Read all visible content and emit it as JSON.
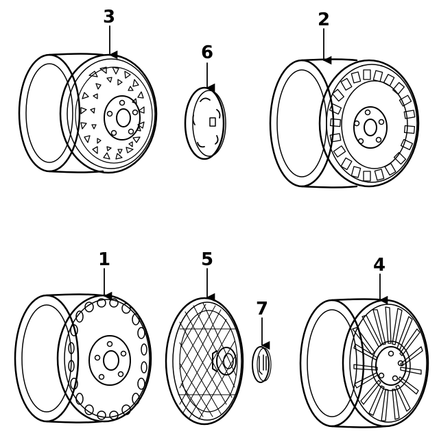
{
  "diagram": {
    "callouts": [
      {
        "id": "3",
        "label": "3"
      },
      {
        "id": "6",
        "label": "6"
      },
      {
        "id": "2",
        "label": "2"
      },
      {
        "id": "1",
        "label": "1"
      },
      {
        "id": "5",
        "label": "5"
      },
      {
        "id": "7",
        "label": "7"
      },
      {
        "id": "4",
        "label": "4"
      }
    ],
    "parts": [
      {
        "callout": "3",
        "name": "wheel-lattice-spoke",
        "icon": "alloy-wheel-lattice-icon"
      },
      {
        "callout": "6",
        "name": "center-hub-cap",
        "icon": "hub-cap-icon"
      },
      {
        "callout": "2",
        "name": "wheel-slotted",
        "icon": "alloy-wheel-slotted-icon"
      },
      {
        "callout": "1",
        "name": "wheel-steel-holes",
        "icon": "steel-wheel-icon"
      },
      {
        "callout": "5",
        "name": "wire-wheel-cover",
        "icon": "wire-wheel-cover-icon"
      },
      {
        "callout": "7",
        "name": "emblem-ornament",
        "icon": "emblem-icon"
      },
      {
        "callout": "4",
        "name": "wheel-radial-slots",
        "icon": "alloy-wheel-radial-icon"
      }
    ]
  }
}
